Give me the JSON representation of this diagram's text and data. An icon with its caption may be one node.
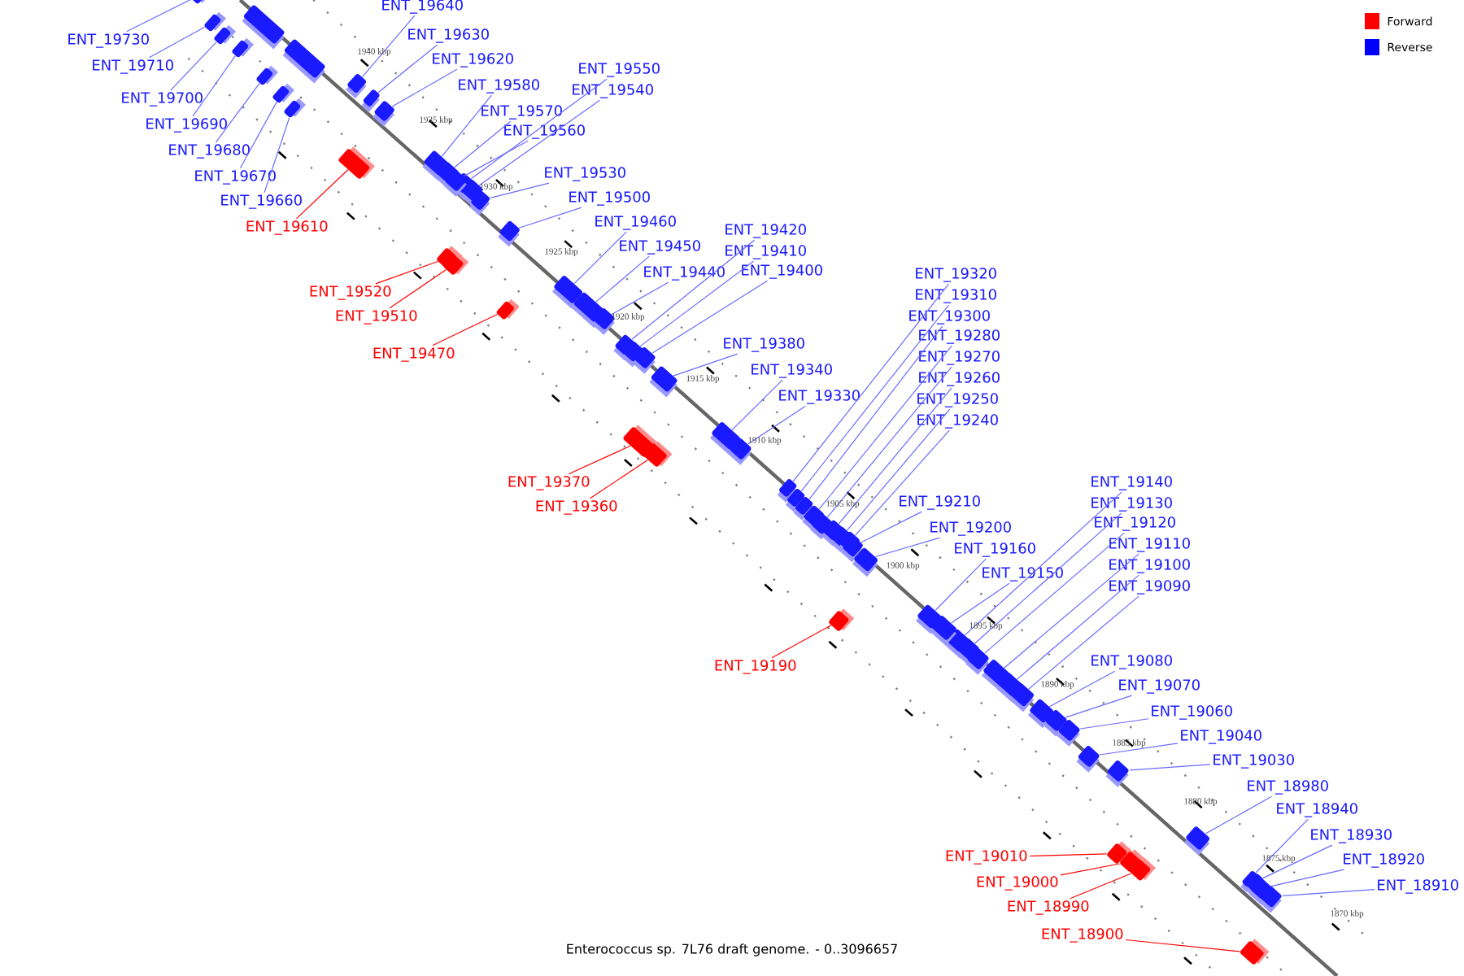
{
  "diagram": {
    "caption": "Enterococcus sp. 7L76 draft genome. - 0..3096657",
    "nodes": [
      {
        "text": [
          "ENT_19640"
        ]
      },
      {
        "text": [
          "ENT_19630"
        ]
      },
      {
        "text": [
          "ENT_19730"
        ]
      },
      {
        "text": [
          "ENT_19620"
        ]
      },
      {
        "text": [
          "ENT_19710"
        ]
      },
      {
        "text": [
          "ENT_19550"
        ]
      },
      {
        "text": [
          "ENT_19580"
        ]
      },
      {
        "text": [
          "ENT_19540"
        ]
      },
      {
        "text": [
          "ENT_19700"
        ]
      },
      {
        "text": [
          "ENT_19570"
        ]
      },
      {
        "text": [
          "ENT_19690"
        ]
      },
      {
        "text": [
          "ENT_19560"
        ]
      },
      {
        "text": [
          "ENT_19680"
        ]
      },
      {
        "text": [
          "ENT_19530"
        ]
      },
      {
        "text": [
          "ENT_19670"
        ]
      },
      {
        "text": [
          "ENT_19500"
        ]
      },
      {
        "text": [
          "ENT_19660"
        ]
      },
      {
        "text": [
          "ENT_19460"
        ]
      },
      {
        "text": [
          "ENT_19610"
        ]
      },
      {
        "text": [
          "ENT_19420"
        ]
      },
      {
        "text": [
          "ENT_19450"
        ]
      },
      {
        "text": [
          "ENT_19410"
        ]
      },
      {
        "text": [
          "ENT_19440"
        ]
      },
      {
        "text": [
          "ENT_19400"
        ]
      },
      {
        "text": [
          "ENT_19320"
        ]
      },
      {
        "text": [
          "ENT_19520"
        ]
      },
      {
        "text": [
          "ENT_19310"
        ]
      },
      {
        "text": [
          "ENT_19300"
        ]
      },
      {
        "text": [
          "ENT_19510"
        ]
      },
      {
        "text": [
          "ENT_19280"
        ]
      },
      {
        "text": [
          "ENT_19380"
        ]
      },
      {
        "text": [
          "ENT_19470"
        ]
      },
      {
        "text": [
          "ENT_19270"
        ]
      },
      {
        "text": [
          "ENT_19340"
        ]
      },
      {
        "text": [
          "ENT_19260"
        ]
      },
      {
        "text": [
          "ENT_19330"
        ]
      },
      {
        "text": [
          "ENT_19250"
        ]
      },
      {
        "text": [
          "ENT_19240"
        ]
      },
      {
        "text": [
          "ENT_19370"
        ]
      },
      {
        "text": [
          "ENT_19140"
        ]
      },
      {
        "text": [
          "ENT_19210"
        ]
      },
      {
        "text": [
          "ENT_19130"
        ]
      },
      {
        "text": [
          "ENT_19360"
        ]
      },
      {
        "text": [
          "ENT_19120"
        ]
      },
      {
        "text": [
          "ENT_19200"
        ]
      },
      {
        "text": [
          "ENT_19110"
        ]
      },
      {
        "text": [
          "ENT_19160"
        ]
      },
      {
        "text": [
          "ENT_19100"
        ]
      },
      {
        "text": [
          "ENT_19150"
        ]
      },
      {
        "text": [
          "ENT_19090"
        ]
      },
      {
        "text": [
          "ENT_19080"
        ]
      },
      {
        "text": [
          "ENT_19190"
        ]
      },
      {
        "text": [
          "ENT_19070"
        ]
      },
      {
        "text": [
          "ENT_19060"
        ]
      },
      {
        "text": [
          "ENT_19040"
        ]
      },
      {
        "text": [
          "ENT_19030"
        ]
      },
      {
        "text": [
          "ENT_18980"
        ]
      },
      {
        "text": [
          "ENT_18940"
        ]
      },
      {
        "text": [
          "ENT_18930"
        ]
      },
      {
        "text": [
          "ENT_19010"
        ]
      },
      {
        "text": [
          "ENT_18920"
        ]
      },
      {
        "text": [
          "ENT_19000"
        ]
      },
      {
        "text": [
          "ENT_18910"
        ]
      },
      {
        "text": [
          "ENT_18990"
        ]
      },
      {
        "text": [
          "ENT_18900"
        ]
      },
      {
        "text": [],
        "shape": "box"
      },
      {
        "text": [],
        "shape": "box"
      },
      {
        "text": [],
        "shape": "box"
      },
      {
        "text": [],
        "shape": "box"
      },
      {
        "text": [],
        "shape": "box"
      },
      {
        "text": [],
        "shape": "box"
      },
      {
        "text": [],
        "shape": "box"
      },
      {
        "text": [],
        "shape": "box"
      },
      {
        "text": [],
        "shape": "box"
      },
      {
        "text": [],
        "shape": "box"
      },
      {
        "text": [],
        "shape": "box"
      },
      {
        "text": [],
        "shape": "box"
      },
      {
        "text": [],
        "shape": "box"
      },
      {
        "text": [],
        "shape": "box"
      },
      {
        "text": [],
        "shape": "box"
      },
      {
        "text": [],
        "shape": "box"
      },
      {
        "text": [],
        "shape": "box"
      },
      {
        "text": [],
        "shape": "box"
      },
      {
        "text": [],
        "shape": "box"
      },
      {
        "text": [],
        "shape": "box"
      },
      {
        "text": [],
        "shape": "box"
      },
      {
        "text": [],
        "shape": "box"
      },
      {
        "text": [],
        "shape": "box"
      },
      {
        "text": [],
        "shape": "box"
      },
      {
        "text": [],
        "shape": "box"
      },
      {
        "text": [],
        "shape": "box"
      },
      {
        "text": [],
        "shape": "box"
      },
      {
        "text": [],
        "shape": "box"
      },
      {
        "text": [],
        "shape": "box"
      },
      {
        "text": [],
        "shape": "box"
      },
      {
        "text": [],
        "shape": "box"
      },
      {
        "text": [],
        "shape": "box"
      },
      {
        "text": [],
        "shape": "box"
      },
      {
        "text": [],
        "shape": "box"
      },
      {
        "text": [],
        "shape": "box"
      },
      {
        "text": [],
        "shape": "box"
      },
      {
        "text": [],
        "shape": "box"
      },
      {
        "text": [],
        "shape": "box"
      },
      {
        "text": [],
        "shape": "box"
      },
      {
        "text": [],
        "shape": "box"
      },
      {
        "text": [],
        "shape": "box"
      },
      {
        "text": [],
        "shape": "box"
      },
      {
        "text": [],
        "shape": "box"
      },
      {
        "text": [],
        "shape": "box"
      },
      {
        "text": [],
        "shape": "box"
      },
      {
        "text": [],
        "shape": "box"
      },
      {
        "text": [],
        "shape": "box"
      },
      {
        "text": [],
        "shape": "box"
      },
      {
        "text": [],
        "shape": "box"
      },
      {
        "text": [],
        "shape": "box"
      },
      {
        "text": [],
        "shape": "box"
      },
      {
        "text": [],
        "shape": "box"
      },
      {
        "text": [],
        "shape": "box"
      },
      {
        "text": [],
        "shape": "box"
      },
      {
        "text": [],
        "shape": "box"
      },
      {
        "text": [],
        "shape": "box"
      },
      {
        "text": [],
        "shape": "box"
      },
      {
        "text": [],
        "shape": "box"
      },
      {
        "text": [],
        "shape": "box"
      },
      {
        "text": [],
        "shape": "box"
      },
      {
        "text": [],
        "shape": "box"
      },
      {
        "text": [],
        "shape": "box"
      },
      {
        "text": [],
        "shape": "box"
      },
      {
        "text": [],
        "shape": "box"
      },
      {
        "text": [],
        "shape": "box"
      },
      {
        "text": [],
        "shape": "box"
      },
      {
        "text": [],
        "shape": "box"
      }
    ],
    "edges": [
      {
        "from": 0,
        "to": 65,
        "arrow": "none"
      },
      {
        "from": 1,
        "to": 66,
        "arrow": "none"
      },
      {
        "from": 2,
        "to": 67,
        "arrow": "none"
      },
      {
        "from": 3,
        "to": 68,
        "arrow": "none"
      },
      {
        "from": 4,
        "to": 69,
        "arrow": "none"
      },
      {
        "from": 5,
        "to": 70,
        "arrow": "none"
      },
      {
        "from": 6,
        "to": 71,
        "arrow": "none"
      },
      {
        "from": 7,
        "to": 72,
        "arrow": "none"
      },
      {
        "from": 8,
        "to": 73,
        "arrow": "none"
      },
      {
        "from": 9,
        "to": 74,
        "arrow": "none"
      },
      {
        "from": 10,
        "to": 75,
        "arrow": "none"
      },
      {
        "from": 11,
        "to": 76,
        "arrow": "none"
      },
      {
        "from": 12,
        "to": 77,
        "arrow": "none"
      },
      {
        "from": 13,
        "to": 78,
        "arrow": "none"
      },
      {
        "from": 14,
        "to": 79,
        "arrow": "none"
      },
      {
        "from": 15,
        "to": 80,
        "arrow": "none"
      },
      {
        "from": 16,
        "to": 81,
        "arrow": "none"
      },
      {
        "from": 17,
        "to": 82,
        "arrow": "none"
      },
      {
        "from": 18,
        "to": 83,
        "arrow": "none",
        "color": "#ff0000"
      },
      {
        "from": 19,
        "to": 84,
        "arrow": "none"
      },
      {
        "from": 20,
        "to": 85,
        "arrow": "none"
      },
      {
        "from": 21,
        "to": 86,
        "arrow": "none"
      },
      {
        "from": 22,
        "to": 87,
        "arrow": "none"
      },
      {
        "from": 23,
        "to": 88,
        "arrow": "none"
      },
      {
        "from": 24,
        "to": 89,
        "arrow": "none"
      },
      {
        "from": 25,
        "to": 90,
        "arrow": "none",
        "color": "#ff0000"
      },
      {
        "from": 26,
        "to": 91,
        "arrow": "none"
      },
      {
        "from": 27,
        "to": 92,
        "arrow": "none"
      },
      {
        "from": 28,
        "to": 93,
        "arrow": "none",
        "color": "#ff0000"
      },
      {
        "from": 29,
        "to": 94,
        "arrow": "none"
      },
      {
        "from": 30,
        "to": 95,
        "arrow": "none"
      },
      {
        "from": 31,
        "to": 96,
        "arrow": "none",
        "color": "#ff0000"
      },
      {
        "from": 32,
        "to": 97,
        "arrow": "none"
      },
      {
        "from": 33,
        "to": 98,
        "arrow": "none"
      },
      {
        "from": 34,
        "to": 99,
        "arrow": "none"
      },
      {
        "from": 35,
        "to": 100,
        "arrow": "none"
      },
      {
        "from": 36,
        "to": 101,
        "arrow": "none"
      },
      {
        "from": 37,
        "to": 102,
        "arrow": "none"
      },
      {
        "from": 38,
        "to": 103,
        "arrow": "none",
        "color": "#ff0000"
      },
      {
        "from": 39,
        "to": 104,
        "arrow": "none"
      },
      {
        "from": 40,
        "to": 105,
        "arrow": "none"
      },
      {
        "from": 41,
        "to": 106,
        "arrow": "none"
      },
      {
        "from": 42,
        "to": 107,
        "arrow": "none",
        "color": "#ff0000"
      },
      {
        "from": 43,
        "to": 108,
        "arrow": "none"
      },
      {
        "from": 44,
        "to": 109,
        "arrow": "none"
      },
      {
        "from": 45,
        "to": 110,
        "arrow": "none"
      },
      {
        "from": 46,
        "to": 111,
        "arrow": "none"
      },
      {
        "from": 47,
        "to": 112,
        "arrow": "none"
      },
      {
        "from": 48,
        "to": 113,
        "arrow": "none"
      },
      {
        "from": 49,
        "to": 114,
        "arrow": "none"
      },
      {
        "from": 50,
        "to": 115,
        "arrow": "none"
      },
      {
        "from": 51,
        "to": 116,
        "arrow": "none",
        "color": "#ff0000"
      },
      {
        "from": 52,
        "to": 117,
        "arrow": "none"
      },
      {
        "from": 53,
        "to": 118,
        "arrow": "none"
      },
      {
        "from": 54,
        "to": 119,
        "arrow": "none"
      },
      {
        "from": 55,
        "to": 120,
        "arrow": "none"
      },
      {
        "from": 56,
        "to": 121,
        "arrow": "none"
      },
      {
        "from": 57,
        "to": 122,
        "arrow": "none"
      },
      {
        "from": 58,
        "to": 123,
        "arrow": "none"
      },
      {
        "from": 59,
        "to": 124,
        "arrow": "none",
        "color": "#ff0000"
      },
      {
        "from": 60,
        "to": 125,
        "arrow": "none"
      },
      {
        "from": 61,
        "to": 126,
        "arrow": "none",
        "color": "#ff0000"
      },
      {
        "from": 62,
        "to": 127,
        "arrow": "none"
      },
      {
        "from": 63,
        "to": 128,
        "arrow": "none",
        "color": "#ff0000"
      },
      {
        "from": 64,
        "to": 129,
        "arrow": "none",
        "color": "#ff0000"
      }
    ],
    "labels": [
      "1940 kbp",
      "1935 kbp",
      "1930 kbp",
      "1925 kbp",
      "1920 kbp",
      "1915 kbp",
      "1910 kbp",
      "1905 kbp",
      "1900 kbp",
      "1895 kbp",
      "1890 kbp",
      "1885 kbp",
      "1880 kbp",
      "1875 kbp",
      "1870 kbp"
    ],
    "legend": [
      {
        "text": "Forward",
        "color": "#ff0000"
      },
      {
        "text": "Reverse",
        "color": "#0000ff"
      }
    ]
  }
}
